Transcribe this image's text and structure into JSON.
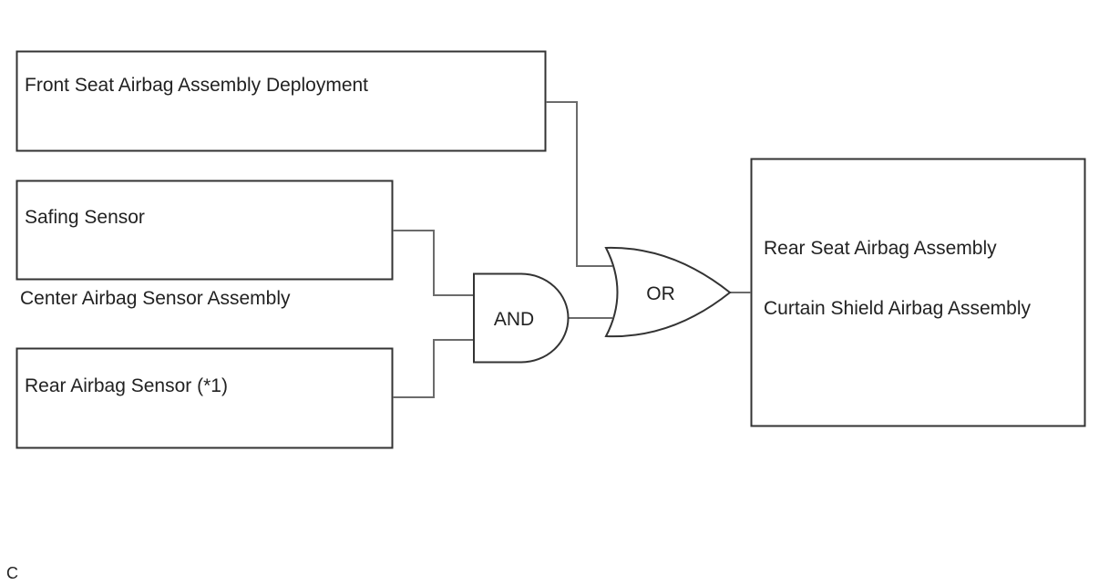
{
  "boxes": {
    "front_seat": "Front Seat Airbag Assembly Deployment",
    "safing_sensor": "Safing Sensor",
    "rear_airbag_sensor": "Rear Airbag Sensor (*1)",
    "output_line1": "Rear Seat Airbag Assembly",
    "output_line2": "Curtain Shield Airbag Assembly"
  },
  "captions": {
    "center_sensor": "Center Airbag Sensor Assembly",
    "corner": "C"
  },
  "gates": {
    "and_label": "AND",
    "or_label": "OR"
  },
  "colors": {
    "box_border": "#333333",
    "wire": "#6b6b6b",
    "text": "#222222"
  }
}
